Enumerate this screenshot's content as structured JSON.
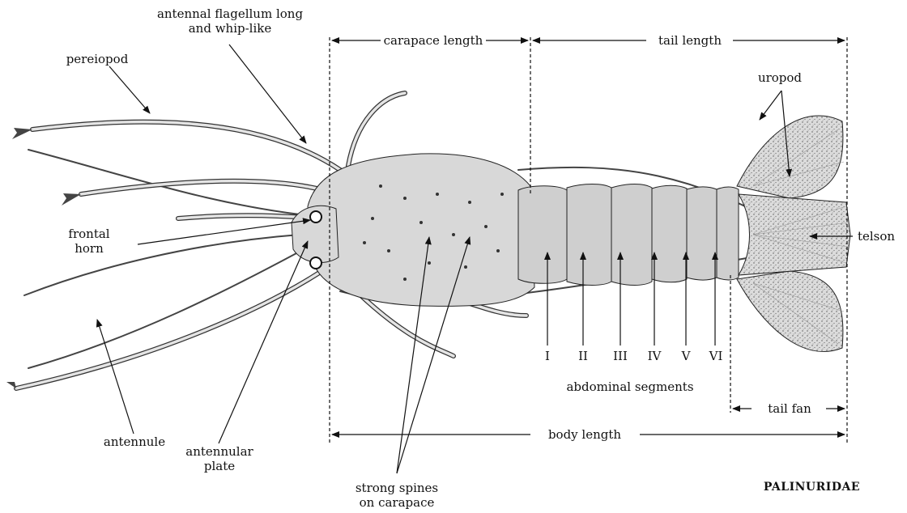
{
  "labels": {
    "antennal_flagellum": [
      "antennal flagellum long",
      "and whip-like"
    ],
    "pereiopod": "pereiopod",
    "carapace_length": "carapace length",
    "tail_length": "tail length",
    "uropod": "uropod",
    "frontal_horn": [
      "frontal",
      "horn"
    ],
    "telson": "telson",
    "antennule": "antennule",
    "antennular_plate": [
      "antennular",
      "plate"
    ],
    "strong_spines": [
      "strong spines",
      "on carapace"
    ],
    "abdominal_segments": "abdominal segments",
    "tail_fan": "tail fan",
    "body_length": "body length",
    "family": "PALINURIDAE"
  },
  "segments": [
    "I",
    "II",
    "III",
    "IV",
    "V",
    "VI"
  ]
}
